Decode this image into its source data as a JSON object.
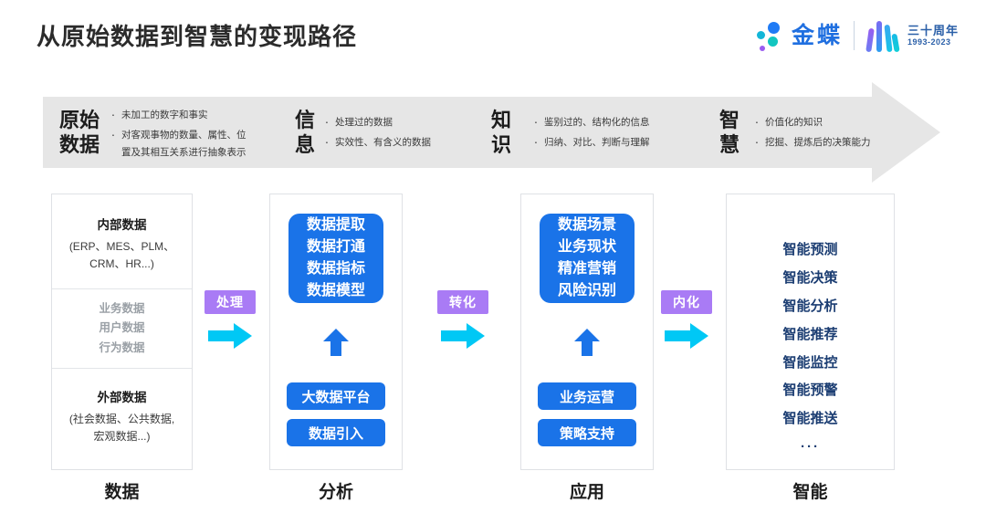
{
  "header": {
    "title": "从原始数据到智慧的变现路径",
    "brand_name": "金蝶",
    "anniversary_cn": "三十周年",
    "anniversary_years": "1993-2023",
    "brand_blue": "#1f6fe0"
  },
  "banner": {
    "background": "#e6e6e6",
    "segments": [
      {
        "title_line1": "原始",
        "title_line2": "数据",
        "items": [
          "未加工的数字和事实",
          "对客观事物的数量、属性、位",
          "置及其相互关系进行抽象表示"
        ]
      },
      {
        "title_line1": "信",
        "title_line2": "息",
        "items": [
          "处理过的数据",
          "实效性、有含义的数据"
        ]
      },
      {
        "title_line1": "知",
        "title_line2": "识",
        "items": [
          "鉴别过的、结构化的信息",
          "归纳、对比、判断与理解"
        ]
      },
      {
        "title_line1": "智",
        "title_line2": "慧",
        "items": [
          "价值化的知识",
          "挖掘、提炼后的决策能力"
        ]
      }
    ]
  },
  "columns": [
    {
      "label": "数据",
      "internal_head": "内部数据",
      "internal_sub_line1": "(ERP、MES、PLM、",
      "internal_sub_line2": "CRM、HR...)",
      "middle_items": [
        "业务数据",
        "用户数据",
        "行为数据"
      ],
      "external_head": "外部数据",
      "external_sub_line1": "(社会数据、公共数据,",
      "external_sub_line2": "宏观数据...)"
    },
    {
      "label": "分析",
      "card_lines": [
        "数据提取",
        "数据打通",
        "数据指标",
        "数据模型"
      ],
      "pills": [
        "大数据平台",
        "数据引入"
      ]
    },
    {
      "label": "应用",
      "card_lines": [
        "数据场景",
        "业务现状",
        "精准营销",
        "风险识别"
      ],
      "pills": [
        "业务运营",
        "策略支持"
      ]
    },
    {
      "label": "智能",
      "items": [
        "智能预测",
        "智能决策",
        "智能分析",
        "智能推荐",
        "智能监控",
        "智能预警",
        "智能推送"
      ],
      "ellipsis": "···"
    }
  ],
  "connectors": [
    {
      "label": "处理"
    },
    {
      "label": "转化"
    },
    {
      "label": "内化"
    }
  ],
  "colors": {
    "blue": "#1a73e8",
    "purple": "#a97bf5",
    "cyan": "#00c8f5",
    "navy": "#1b3d72",
    "gray_text": "#9aa0a6"
  }
}
